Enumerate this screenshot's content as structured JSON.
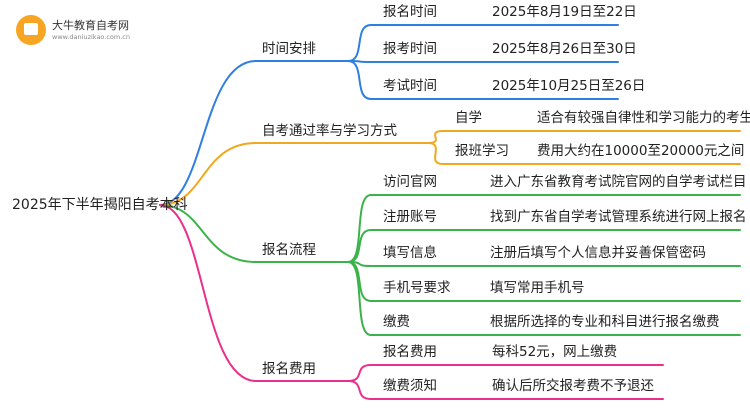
{
  "logo": {
    "name": "大牛教育自考网",
    "url": "www.daniuzikao.com.cn"
  },
  "root": "2025年下半年揭阳自考本科",
  "colors": {
    "blue": "#2f7fe0",
    "orange": "#f0a81e",
    "green": "#3cb34a",
    "pink": "#e8308c"
  },
  "branches": [
    {
      "label": "时间安排",
      "color": "blue",
      "items": [
        {
          "key": "报名时间",
          "value": "2025年8月19日至22日"
        },
        {
          "key": "报考时间",
          "value": "2025年8月26日至30日"
        },
        {
          "key": "考试时间",
          "value": "2025年10月25日至26日"
        }
      ]
    },
    {
      "label": "自考通过率与学习方式",
      "color": "orange",
      "items": [
        {
          "key": "自学",
          "value": "适合有较强自律性和学习能力的考生"
        },
        {
          "key": "报班学习",
          "value": "费用大约在10000至20000元之间"
        }
      ]
    },
    {
      "label": "报名流程",
      "color": "green",
      "items": [
        {
          "key": "访问官网",
          "value": "进入广东省教育考试院官网的自学考试栏目"
        },
        {
          "key": "注册账号",
          "value": "找到广东省自学考试管理系统进行网上报名"
        },
        {
          "key": "填写信息",
          "value": "注册后填写个人信息并妥善保管密码"
        },
        {
          "key": "手机号要求",
          "value": "填写常用手机号"
        },
        {
          "key": "缴费",
          "value": "根据所选择的专业和科目进行报名缴费"
        }
      ]
    },
    {
      "label": "报名费用",
      "color": "pink",
      "items": [
        {
          "key": "报名费用",
          "value": "每科52元，网上缴费"
        },
        {
          "key": "缴费须知",
          "value": "确认后所交报考费不予退还"
        }
      ]
    }
  ]
}
